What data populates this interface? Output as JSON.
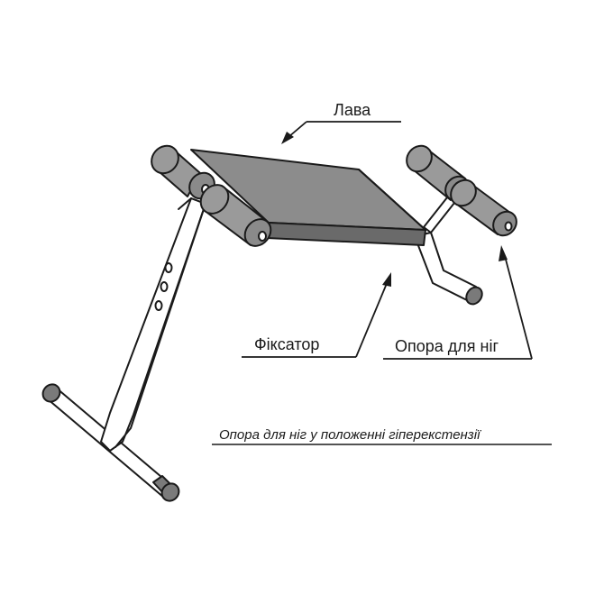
{
  "labels": {
    "bench": "Лава",
    "lock": "Фіксатор",
    "leg_support": "Опора для ніг",
    "caption": "Опора для ніг у положенні гіперекстензії"
  },
  "colors": {
    "line": "#1a1a1a",
    "pad": "#8c8c8c",
    "pad_side": "#6a6a6a",
    "roller": "#9a9a9a",
    "frame": "#ffffff",
    "cap": "#777777"
  }
}
